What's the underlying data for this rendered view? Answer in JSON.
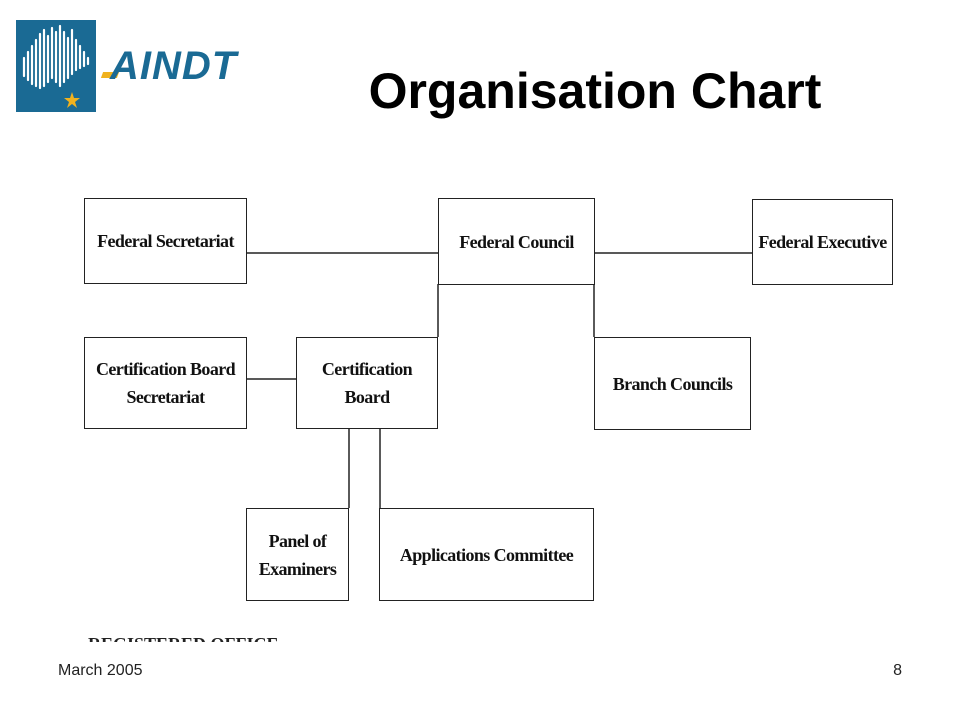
{
  "logo": {
    "text": "AINDT"
  },
  "header": {
    "title": "Organisation Chart"
  },
  "chart": {
    "boxes": {
      "federal_secretariat": "Federal Secretariat",
      "federal_council": "Federal Council",
      "federal_executive": "Federal Executive",
      "cert_board_secretariat": "Certification Board\nSecretariat",
      "cert_board": "Certification\nBoard",
      "branch_councils": "Branch Councils",
      "panel_of_examiners": "Panel of\nExaminers",
      "applications_committee": "Applications Committee"
    },
    "cut_off_text": "REGISTERED OFFICE"
  },
  "footer": {
    "date": "March 2005",
    "page": "8"
  },
  "colors": {
    "brand_blue": "#1a6a94",
    "brand_gold": "#f0b21e"
  }
}
